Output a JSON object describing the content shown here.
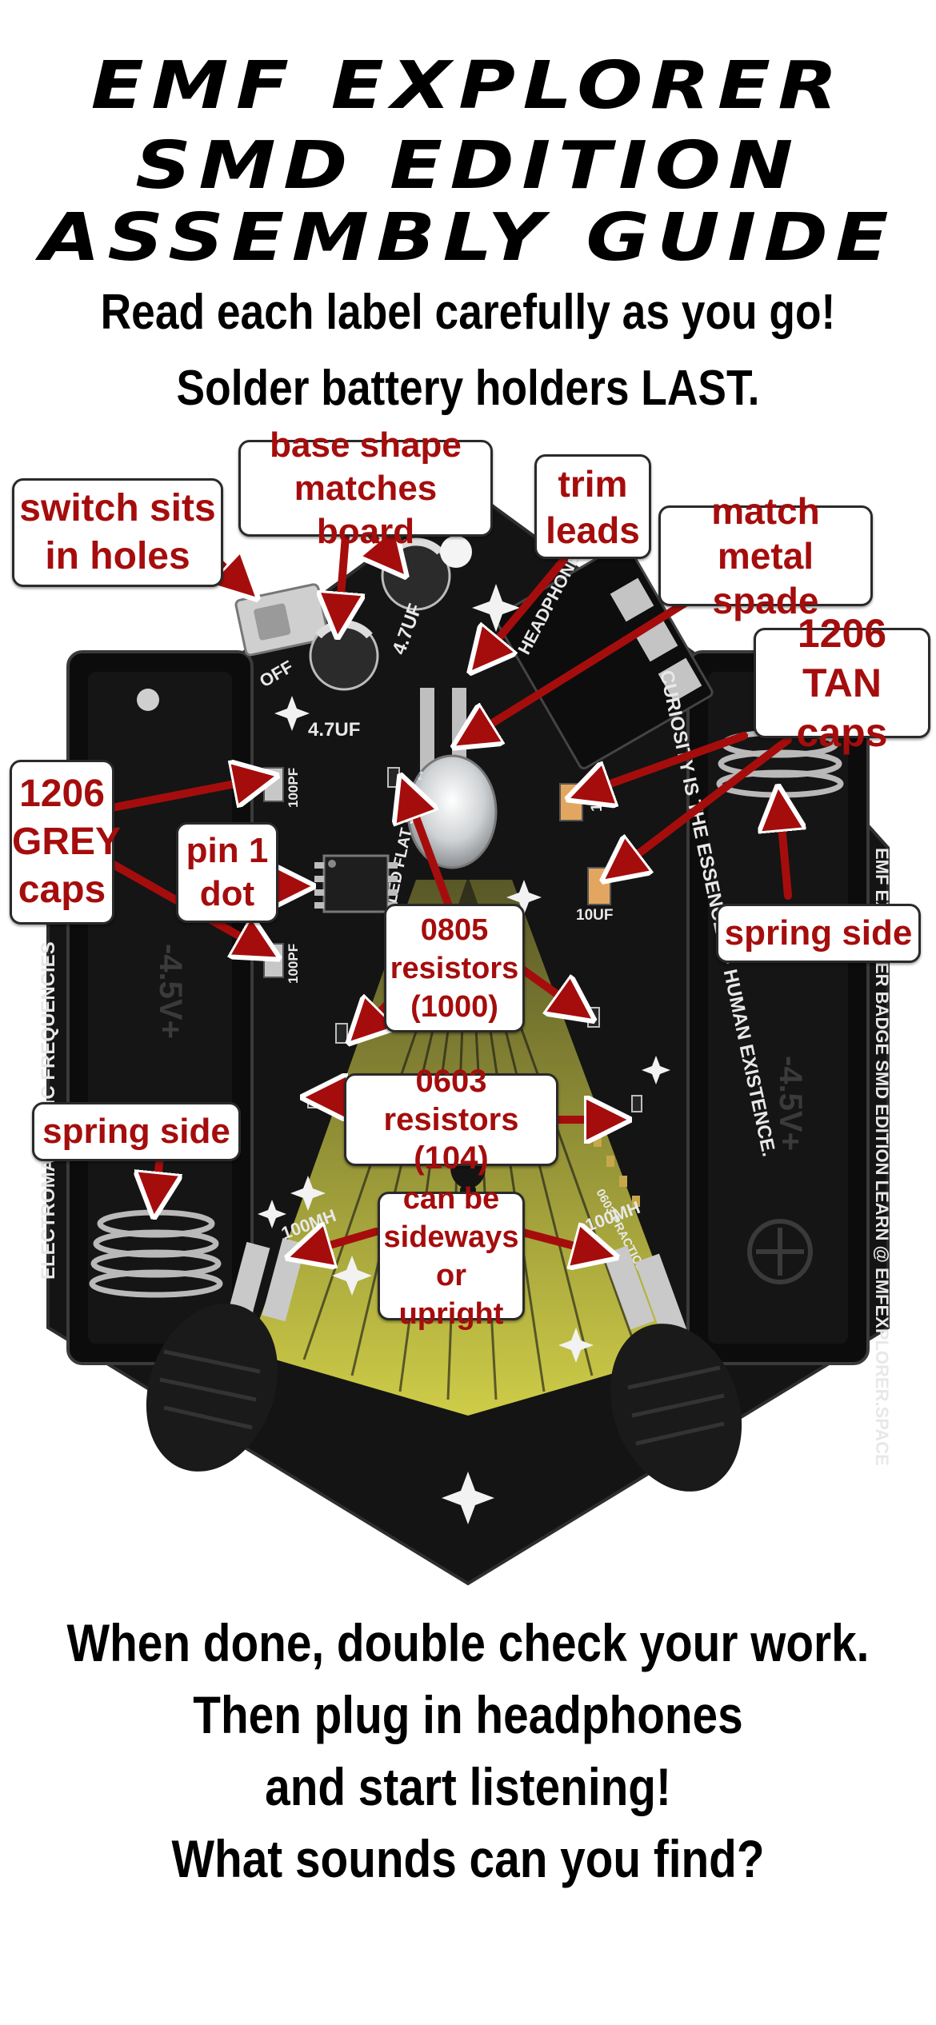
{
  "title": {
    "line1": "EMF EXPLORER",
    "line2": "SMD EDITION",
    "line3": "ASSEMBLY GUIDE"
  },
  "intro": {
    "line1": "Read each label carefully as you go!",
    "line2": "Solder battery holders LAST."
  },
  "labels": {
    "switch": [
      "switch sits",
      "in holes"
    ],
    "base_shape": [
      "base shape",
      "matches board"
    ],
    "trim": [
      "trim",
      "leads"
    ],
    "match_metal": [
      "match",
      "metal spade"
    ],
    "grey_caps": [
      "1206",
      "GREY",
      "caps"
    ],
    "pin1": [
      "pin 1",
      "dot"
    ],
    "tan_caps": [
      "1206",
      "TAN caps"
    ],
    "spring_right": [
      "spring side"
    ],
    "resistors_0805": [
      "0805",
      "resistors",
      "(1000)"
    ],
    "spring_left": [
      "spring side"
    ],
    "resistors_0603": [
      "0603 resistors",
      "(104)"
    ],
    "inductor": [
      "can be",
      "sideways",
      "or upright"
    ]
  },
  "board_text": {
    "off": "OFF",
    "cap1": "4.7UF",
    "cap2": "4.7UF",
    "headphones": "HEADPHONES",
    "led": "LED FLAT SIDE ↔",
    "curiosity": "CURIOSITY IS THE ESSENCE OF HUMAN EXISTENCE.",
    "edition": "EMF EXPLORER BADGE SMD EDITION   LEARN @ EMFEXPLORER.SPACE",
    "freq": "ELECTROMAGNETIC FREQUENCIES",
    "ind_left": "100MH",
    "ind_right": "100MH",
    "practice": "0603 PRACTICE SPOTS",
    "tan1": "10UF",
    "tan2": "10UF",
    "grey1": "100PF",
    "grey2": "100PF"
  },
  "footer": {
    "line1": "When done, double check your work.",
    "line2": "Then plug in headphones",
    "line3": "and start listening!",
    "line4": "What sounds can you find?"
  },
  "colors": {
    "label_text": "#a50d0d",
    "arrow": "#a50d0d",
    "board": "#141414",
    "beam": "#d8d64a"
  }
}
